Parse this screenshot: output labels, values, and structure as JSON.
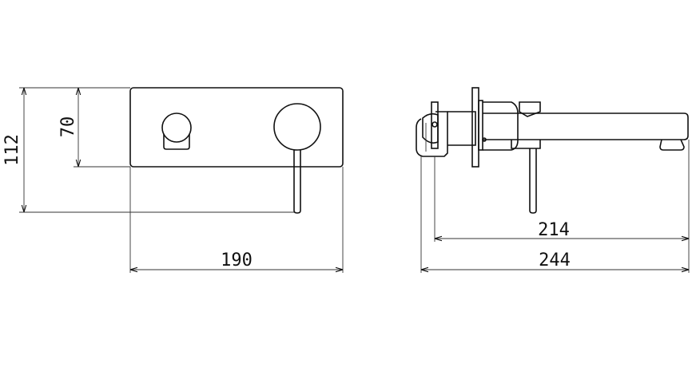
{
  "front_view": {
    "width_label": "190",
    "height_total_label": "112",
    "height_plate_label": "70"
  },
  "side_view": {
    "projection_label": "214",
    "overall_label": "244"
  },
  "colors": {
    "line": "#111111",
    "background": "#ffffff"
  }
}
